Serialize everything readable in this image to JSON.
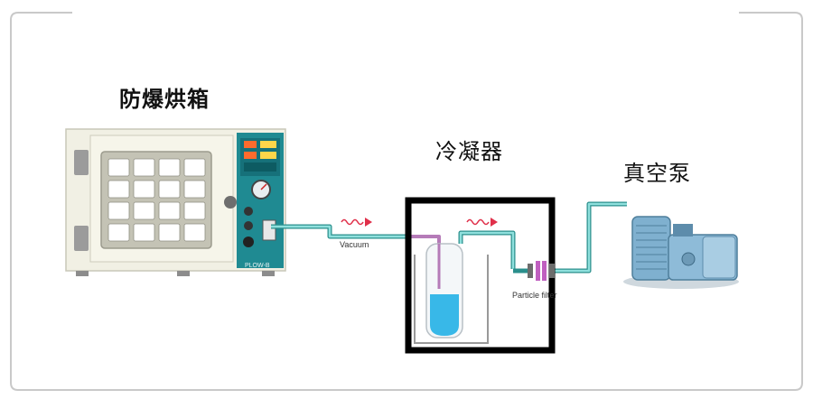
{
  "labels": {
    "oven": "防爆烘箱",
    "condenser": "冷凝器",
    "pump": "真空泵",
    "vacuum": "Vacuum",
    "particle_filter": "Particle filter",
    "brand": "PLOW-B"
  },
  "colors": {
    "tube": "#5cc7c4",
    "tube_dark": "#2a8f8c",
    "flow_arrow": "#e0304a",
    "purple_tube": "#b57bb8",
    "liquid": "#38b8e8",
    "oven_body": "#f1f0e4",
    "control_panel": "#1f8a92",
    "pump_body": "#7fb0cf",
    "highlight_box": "#000000"
  },
  "icons": [
    "flow-arrow-icon",
    "window-grid-icon",
    "gauge-icon",
    "valve-icon",
    "filter-icon"
  ]
}
